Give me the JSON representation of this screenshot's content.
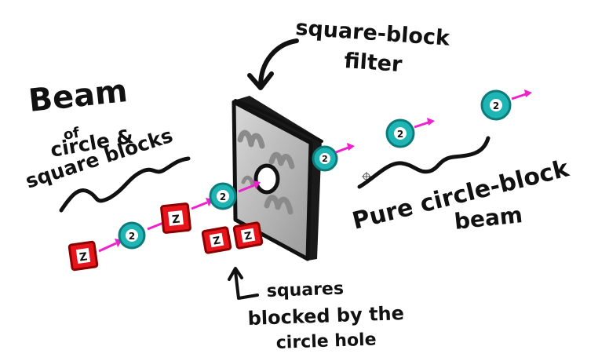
{
  "labels": {
    "beam_title": "Beam",
    "beam_of": "of",
    "beam_circle": "circle &",
    "beam_square": "square blocks",
    "filter_line1": "square-block",
    "filter_line2": "filter",
    "pure_line1": "Pure circle-block",
    "pure_line2": "beam",
    "blocked_line1": "squares",
    "blocked_line2": "blocked by the",
    "blocked_line3": "circle hole"
  },
  "block_glyphs": {
    "square": "Z",
    "circle": "2"
  },
  "colors": {
    "square_block": "#e8141c",
    "circle_block": "#1fb5b5",
    "arrow": "#ee22cc",
    "ink": "#111111",
    "filter_face": "#bdbdbd",
    "filter_mark": "#8a8a8a"
  },
  "icons": [
    "curved-arrow-down",
    "up-arrow",
    "wave-bracket"
  ]
}
